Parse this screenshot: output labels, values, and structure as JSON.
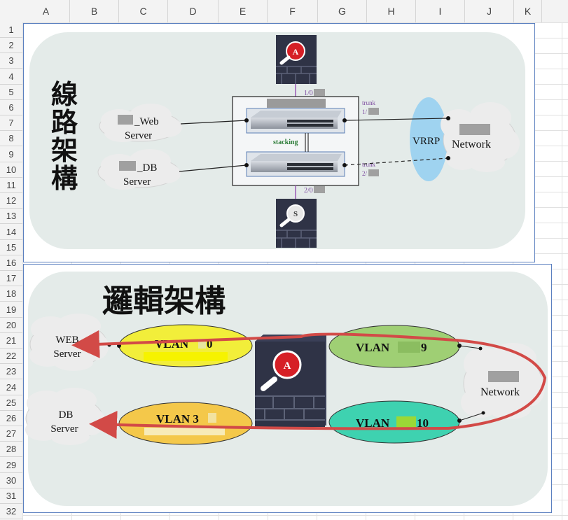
{
  "spreadsheet": {
    "columns": [
      "A",
      "B",
      "C",
      "D",
      "E",
      "F",
      "G",
      "H",
      "I",
      "J",
      "K"
    ],
    "rows": [
      "1",
      "2",
      "3",
      "4",
      "5",
      "6",
      "7",
      "8",
      "9",
      "10",
      "11",
      "12",
      "13",
      "14",
      "15",
      "16",
      "17",
      "18",
      "19",
      "20",
      "21",
      "22",
      "23",
      "24",
      "25",
      "26",
      "27",
      "28",
      "29",
      "30",
      "31",
      "32"
    ]
  },
  "physical": {
    "title_chars": [
      "線",
      "路",
      "架",
      "構"
    ],
    "web_server_line1": "_Web",
    "web_server_line2": "Server",
    "db_server_line1": "_DB",
    "db_server_line2": "Server",
    "top_link_label": "1/0",
    "bottom_link_label": "2/0",
    "stacking_label": "stacking",
    "trunk1_label": "trunk",
    "trunk1_port": "1/",
    "trunk2_label": "trunk",
    "trunk2_port": "2/",
    "vrrp_label": "VRRP",
    "network_label": "Network",
    "firewall_top_badge": "A",
    "firewall_bottom_badge": "S"
  },
  "logical": {
    "title": "邏輯架構",
    "web_server_line1": "WEB",
    "web_server_line2": "Server",
    "db_server_line1": "DB",
    "db_server_line2": "Server",
    "network_label": "Network",
    "vlan_web": "VLAN",
    "vlan_web_suffix": "0",
    "vlan_db": "VLAN 3",
    "vlan_right_top": "VLAN",
    "vlan_right_top_suffix": "9",
    "vlan_right_bottom": "VLAN",
    "vlan_right_bottom_suffix": "10",
    "firewall_badge": "A"
  },
  "colors": {
    "panel": "#e4ebe9",
    "vlan_web": "#f2ee3a",
    "vlan_db": "#f4c84a",
    "vlan_right_top": "#9fcf74",
    "vlan_right_bottom": "#3ed2b0",
    "vrrp": "#9fd3f0",
    "flow_arrow": "#d24a47",
    "firewall_dark": "#2f3346",
    "badge_red": "#d61f26"
  }
}
